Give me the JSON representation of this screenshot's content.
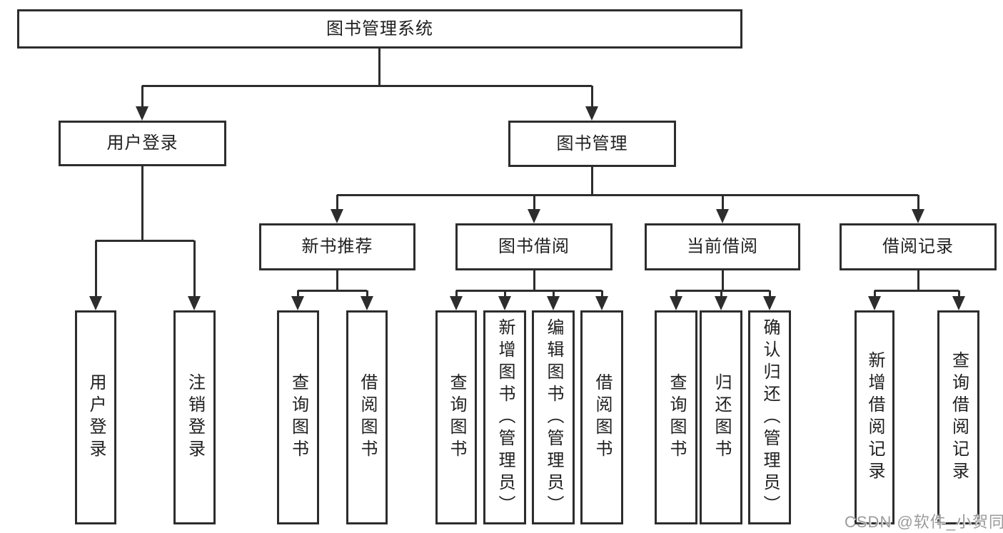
{
  "diagram": {
    "root": {
      "label": "图书管理系统"
    },
    "level1": [
      {
        "label": "用户登录"
      },
      {
        "label": "图书管理"
      }
    ],
    "level2": [
      {
        "label": "新书推荐"
      },
      {
        "label": "图书借阅"
      },
      {
        "label": "当前借阅"
      },
      {
        "label": "借阅记录"
      }
    ],
    "leaves": {
      "user_login": [
        "用户登录",
        "注销登录"
      ],
      "new_book_recommend": [
        "查询图书",
        "借阅图书"
      ],
      "book_borrow": [
        "查询图书",
        "新增图书（管理员）",
        "编辑图书（管理员）",
        "借阅图书"
      ],
      "current_borrow": [
        "查询图书",
        "归还图书",
        "确认归还（管理员）"
      ],
      "borrow_records": [
        "新增借阅记录",
        "查询借阅记录"
      ]
    }
  },
  "watermark": {
    "text": "CSDN @软件_小贺同学"
  },
  "colors": {
    "line": "#2d2d2d",
    "border": "#2d2d2d",
    "text": "#1f1f1f",
    "background": "#ffffff",
    "watermark": "#9b9b9b"
  }
}
